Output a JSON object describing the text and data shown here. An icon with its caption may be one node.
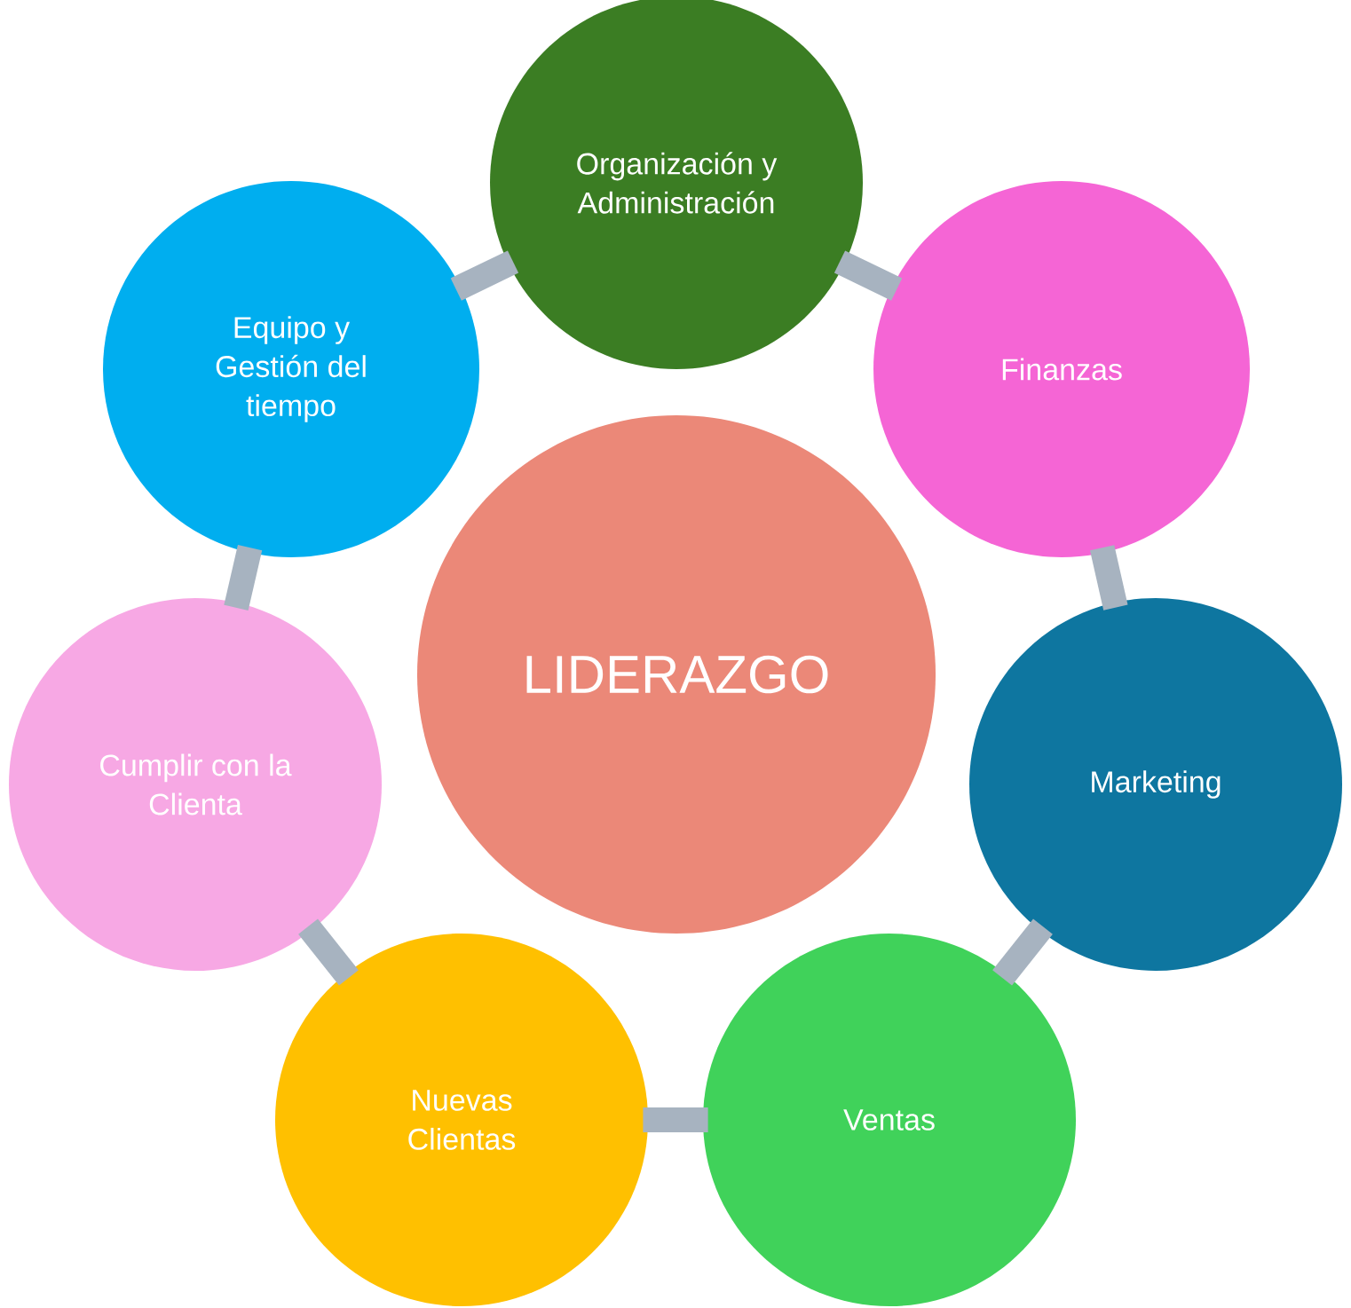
{
  "diagram": {
    "nodes": [
      {
        "text": [
          "LIDERAZGO"
        ]
      },
      {
        "text": [
          "Organización y Administración"
        ]
      },
      {
        "text": [
          "Finanzas"
        ]
      },
      {
        "text": [
          "Marketing"
        ]
      },
      {
        "text": [
          "Ventas"
        ]
      },
      {
        "text": [
          "Nuevas Clientas"
        ]
      },
      {
        "text": [
          "Cumplir con la Clienta"
        ]
      },
      {
        "text": [
          "Equipo y Gestión del tiempo"
        ]
      }
    ],
    "edges": [
      {
        "from": 1,
        "to": 2,
        "arrow": "none"
      },
      {
        "from": 2,
        "to": 3,
        "arrow": "none"
      },
      {
        "from": 3,
        "to": 4,
        "arrow": "none"
      },
      {
        "from": 4,
        "to": 5,
        "arrow": "none"
      },
      {
        "from": 5,
        "to": 6,
        "arrow": "none"
      },
      {
        "from": 6,
        "to": 7,
        "arrow": "none"
      },
      {
        "from": 7,
        "to": 1,
        "arrow": "none"
      }
    ]
  }
}
